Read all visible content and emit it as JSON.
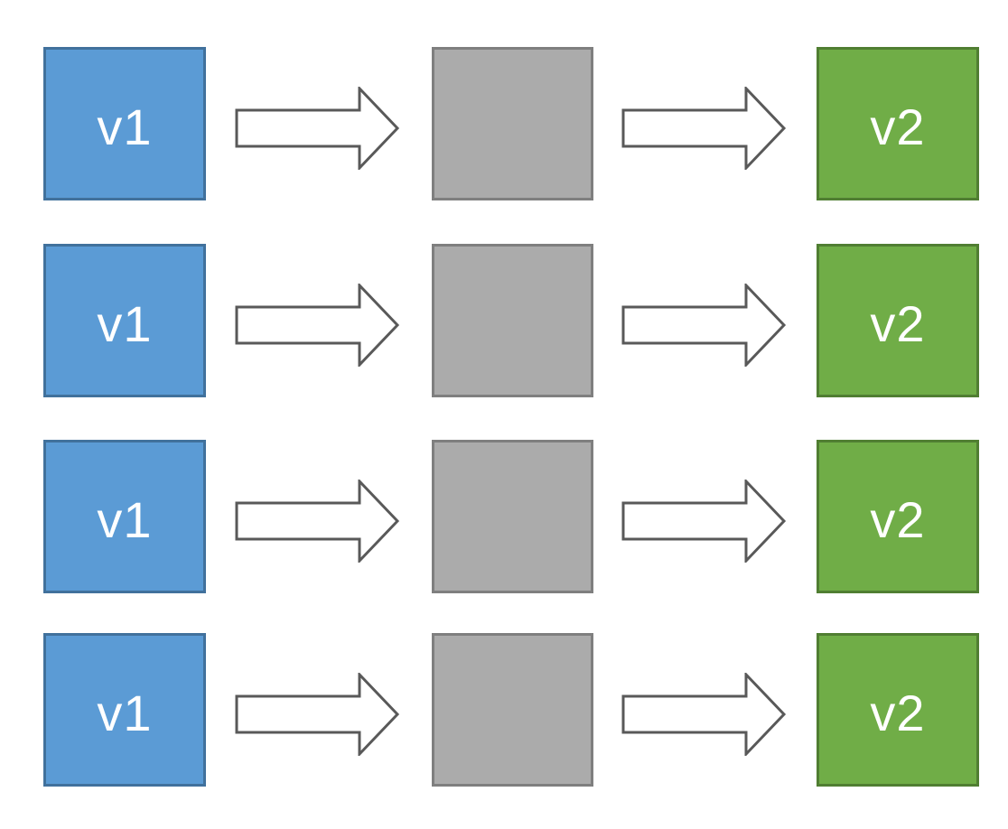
{
  "diagram": {
    "rows": [
      {
        "source": "v1",
        "middle": "",
        "target": "v2"
      },
      {
        "source": "v1",
        "middle": "",
        "target": "v2"
      },
      {
        "source": "v1",
        "middle": "",
        "target": "v2"
      },
      {
        "source": "v1",
        "middle": "",
        "target": "v2"
      }
    ]
  },
  "colors": {
    "background": "#FFFFFF",
    "source_fill": "#5B9BD5",
    "source_border": "#41719C",
    "middle_fill": "#ABABAB",
    "middle_border": "#7F7F7F",
    "target_fill": "#70AD47",
    "target_border": "#507E32",
    "arrow_fill": "#FFFFFF",
    "arrow_stroke": "#595959",
    "label_color": "#FFFFFF"
  }
}
